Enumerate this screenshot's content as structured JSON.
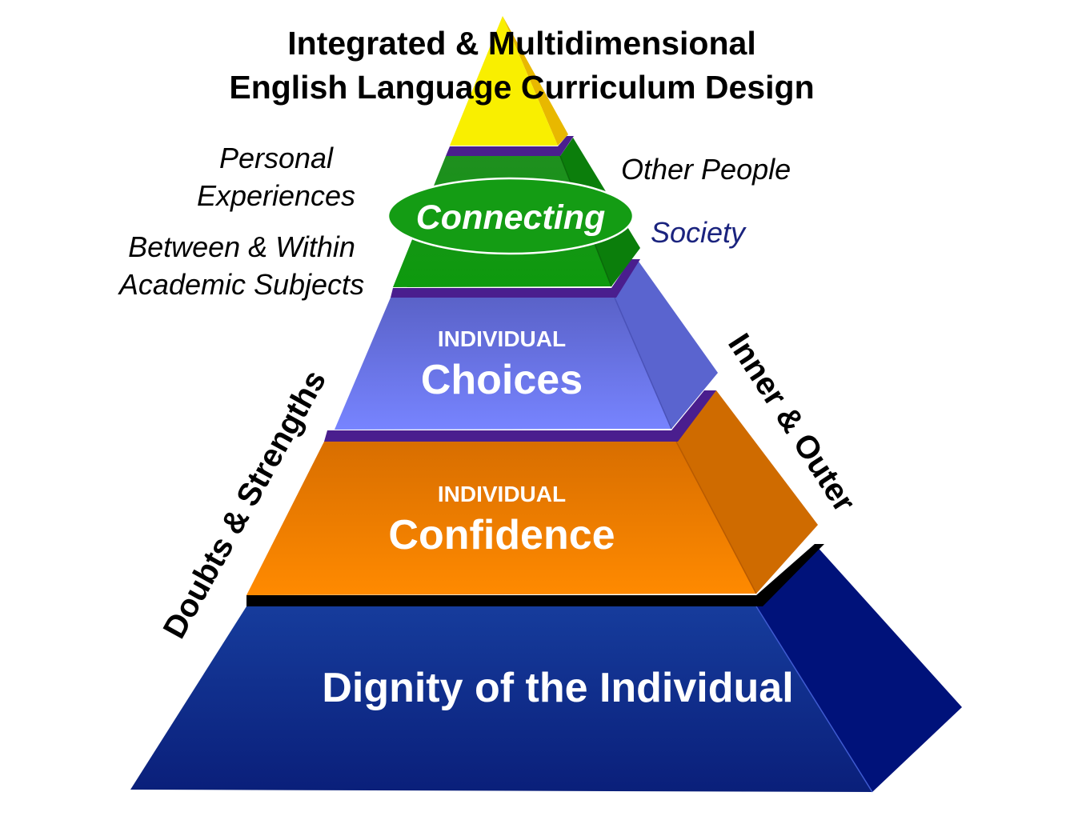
{
  "title": {
    "line1": "Integrated & Multidimensional",
    "line2": "English Language Curriculum Design"
  },
  "tiers": {
    "top": {
      "label": "Connecting"
    },
    "middle": {
      "small_label": "INDIVIDUAL",
      "label": "Choices"
    },
    "lower": {
      "small_label": "INDIVIDUAL",
      "label": "Confidence"
    },
    "base": {
      "label": "Dignity of the Individual"
    }
  },
  "side_labels": {
    "personal_1": "Personal",
    "personal_2": "Experiences",
    "academic_1": "Between & Within",
    "academic_2": "Academic Subjects",
    "other_people": "Other People",
    "society": "Society",
    "doubts": "Doubts & Strengths",
    "inner_outer": "Inner & Outer"
  },
  "colors": {
    "apex_yellow": "#f7ec00",
    "connecting_green": "#139a13",
    "choices_blue": "#6a76e6",
    "confidence_orange": "#f27800",
    "dignity_navy": "#0c2a8c",
    "separator_purple": "#4a1e8e",
    "society_text": "#1a237e"
  }
}
